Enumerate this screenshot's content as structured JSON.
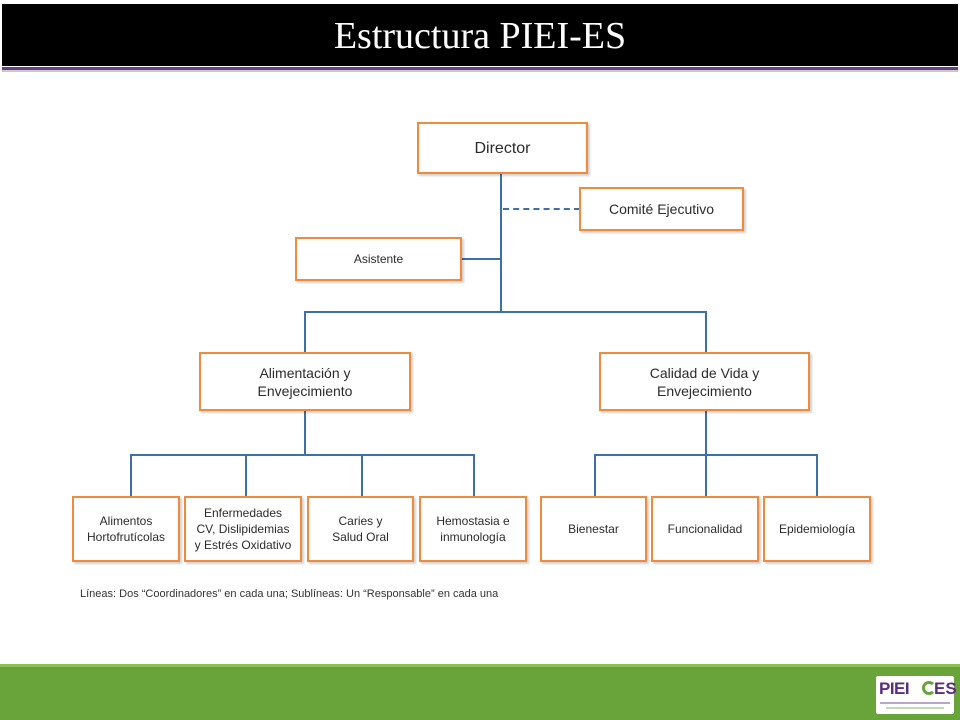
{
  "header": {
    "title": "Estructura PIEI-ES"
  },
  "chart": {
    "director": "Director",
    "comite": "Comité Ejecutivo",
    "asistente": "Asistente",
    "alimentacion": [
      "Alimentación y",
      "Envejecimiento"
    ],
    "calidad": [
      "Calidad de Vida y",
      "Envejecimiento"
    ],
    "alimentos": [
      "Alimentos",
      "Hortofrutícolas"
    ],
    "enfermedades": [
      "Enfermedades",
      "CV, Dislipidemias",
      "y Estrés Oxidativo"
    ],
    "caries": [
      "Caries y",
      "Salud Oral"
    ],
    "hemostasia": [
      "Hemostasia e",
      "inmunología"
    ],
    "bienestar": "Bienestar",
    "funcionalidad": "Funcionalidad",
    "epidemiologia": "Epidemiología"
  },
  "note": "Líneas: Dos “Coordinadores” en  cada una; Sublíneas: Un “Responsable” en cada una",
  "footer": {
    "logo_text": "PIEI",
    "logo_text2": "ES"
  },
  "colors": {
    "box_border": "#f08a3c",
    "connector": "#3d6fa8",
    "footer": "#69a43a",
    "logo": "#5a2d82"
  }
}
